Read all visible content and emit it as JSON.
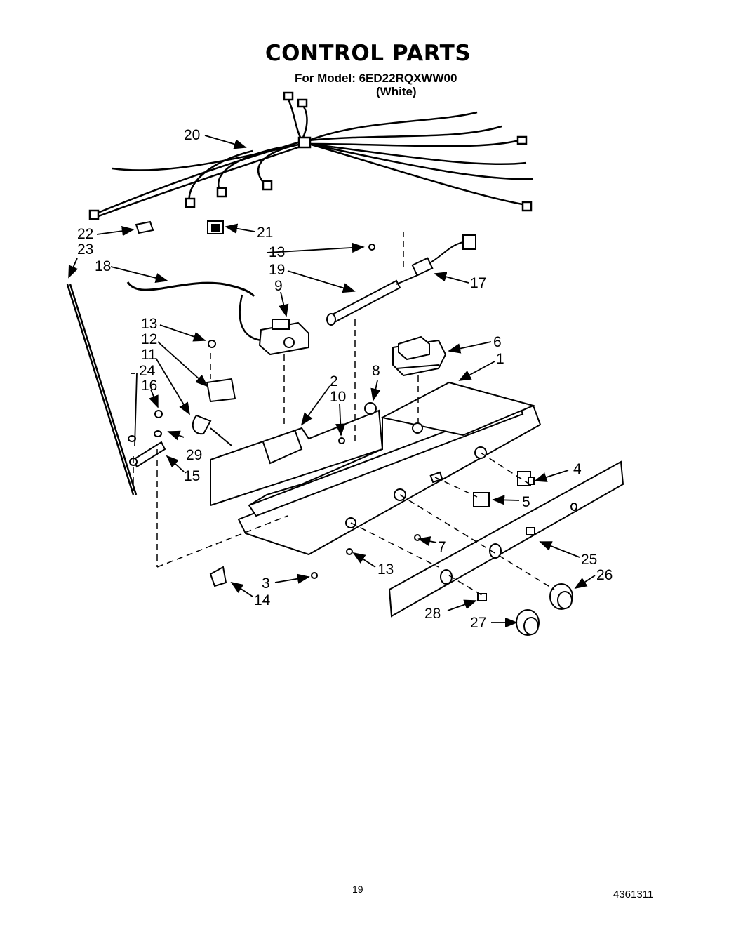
{
  "header": {
    "title": "CONTROL PARTS",
    "model_line": "For Model: 6ED22RQXWW00",
    "color_line": "(White)"
  },
  "callouts": [
    "1",
    "2",
    "3",
    "4",
    "5",
    "6",
    "7",
    "8",
    "9",
    "10",
    "11",
    "12",
    "13",
    "13",
    "13",
    "13",
    "14",
    "15",
    "16",
    "17",
    "18",
    "19",
    "20",
    "21",
    "22",
    "23",
    "24",
    "25",
    "26",
    "27",
    "28",
    "29"
  ],
  "footer": {
    "page_number": "19",
    "document_number": "4361311"
  }
}
